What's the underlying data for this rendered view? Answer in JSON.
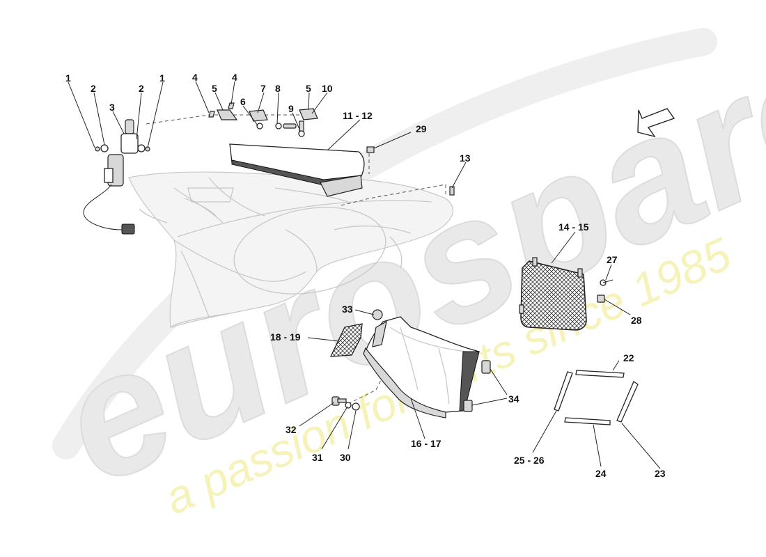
{
  "watermark": {
    "brand": "eurospares",
    "tagline": "a passion for parts since 1985",
    "brand_color": "#e9e9e9",
    "tagline_color": "#f3f0a3"
  },
  "labels": [
    {
      "id": "1a",
      "text": "1"
    },
    {
      "id": "2a",
      "text": "2"
    },
    {
      "id": "3",
      "text": "3"
    },
    {
      "id": "2b",
      "text": "2"
    },
    {
      "id": "1b",
      "text": "1"
    },
    {
      "id": "4a",
      "text": "4"
    },
    {
      "id": "5a",
      "text": "5"
    },
    {
      "id": "4b",
      "text": "4"
    },
    {
      "id": "6",
      "text": "6"
    },
    {
      "id": "7",
      "text": "7"
    },
    {
      "id": "8",
      "text": "8"
    },
    {
      "id": "9",
      "text": "9"
    },
    {
      "id": "5b",
      "text": "5"
    },
    {
      "id": "10",
      "text": "10"
    },
    {
      "id": "11-12",
      "text": "11 - 12"
    },
    {
      "id": "29",
      "text": "29"
    },
    {
      "id": "13",
      "text": "13"
    },
    {
      "id": "14-15",
      "text": "14 - 15"
    },
    {
      "id": "27",
      "text": "27"
    },
    {
      "id": "28",
      "text": "28"
    },
    {
      "id": "33",
      "text": "33"
    },
    {
      "id": "18-19",
      "text": "18 - 19"
    },
    {
      "id": "22",
      "text": "22"
    },
    {
      "id": "34",
      "text": "34"
    },
    {
      "id": "32",
      "text": "32"
    },
    {
      "id": "31",
      "text": "31"
    },
    {
      "id": "30",
      "text": "30"
    },
    {
      "id": "16-17",
      "text": "16 - 17"
    },
    {
      "id": "25-26",
      "text": "25 - 26"
    },
    {
      "id": "24",
      "text": "24"
    },
    {
      "id": "23",
      "text": "23"
    }
  ]
}
